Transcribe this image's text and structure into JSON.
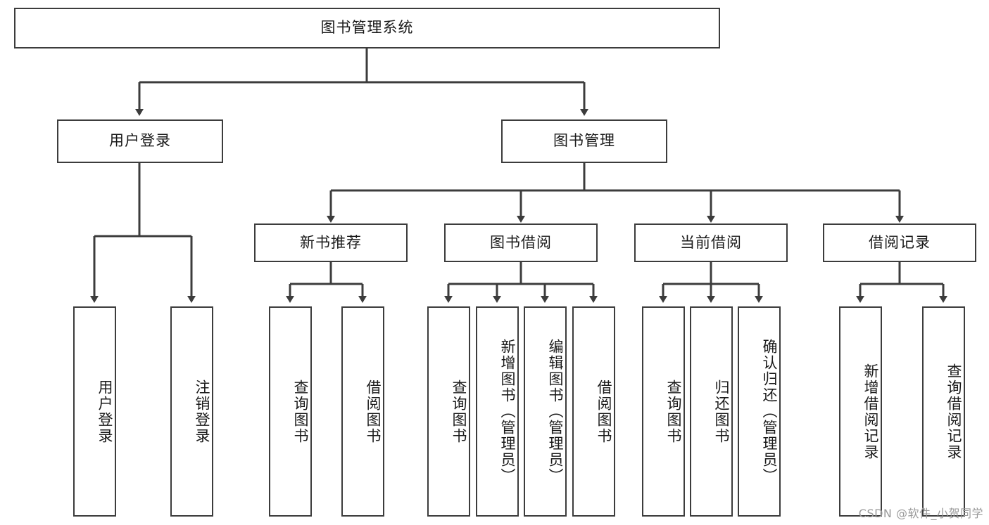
{
  "diagram": {
    "type": "tree",
    "title": "图书管理系统",
    "root": {
      "label": "图书管理系统"
    },
    "level1": [
      {
        "label": "用户登录"
      },
      {
        "label": "图书管理"
      }
    ],
    "level2": [
      {
        "label": "新书推荐"
      },
      {
        "label": "图书借阅"
      },
      {
        "label": "当前借阅"
      },
      {
        "label": "借阅记录"
      }
    ],
    "leaves": {
      "user_login": [
        {
          "label": "用户登录"
        },
        {
          "label": "注销登录"
        }
      ],
      "new_book_recommend": [
        {
          "label": "查询图书"
        },
        {
          "label": "借阅图书"
        }
      ],
      "book_borrow": [
        {
          "label": "查询图书"
        },
        {
          "label": "新增图书（管理员）"
        },
        {
          "label": "编辑图书（管理员）"
        },
        {
          "label": "借阅图书"
        }
      ],
      "current_borrow": [
        {
          "label": "查询图书"
        },
        {
          "label": "归还图书"
        },
        {
          "label": "确认归还（管理员）"
        }
      ],
      "borrow_record": [
        {
          "label": "新增借阅记录"
        },
        {
          "label": "查询借阅记录"
        }
      ]
    }
  },
  "watermark": {
    "text": "CSDN @软件_小贺同学"
  },
  "colors": {
    "stroke": "#3c3c3c",
    "text": "#1a1a1a",
    "background": "#ffffff",
    "watermark": "#9a9a9a"
  }
}
